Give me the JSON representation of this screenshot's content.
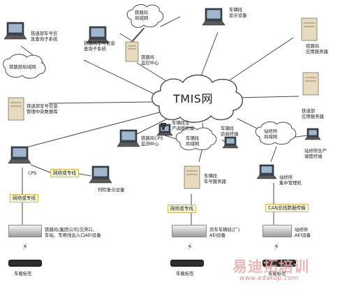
{
  "center_network": "TMIS网",
  "nodes": {
    "ministry_query": "铁道部车号信\n息查询子系统",
    "bureau_query": "铁路局车号信息\n查询子系统",
    "bureau_lan_top": "铁路局\n局域网",
    "depot_display": "车辆段\n显示设备",
    "bureau_app_server": "铁路局\n应用服务器",
    "ministry_lan": "铁路部局域网",
    "bureau_monitor": "铁路局\n监控中心",
    "ministry_db": "铁道部车号信息\n管理中央数据库",
    "ministry_server": "铁道部\n应用服务器",
    "cps": "CPS",
    "bureau_cps": "铁路局CPS\n监测中心",
    "depot_production": "车辆段生\n产调度终端",
    "depot_lan": "车辆段\n局域网",
    "depot_acceptance": "车辆段\n验收终端",
    "station_lan": "站修所\n局域网",
    "station_production": "站修所生产\n调度终端",
    "inspection_display": "列检复示设备",
    "depot_server": "车辆段\n车号服务器",
    "station_mgr": "站修所\n集中管理机",
    "aei_left": "铁路局(集团公司)交界口、\n车站、专用线出入口AEI设备",
    "aei_mid": "货车车辆段(厂)\nAEI设备",
    "aei_right": "站修所\nAEI设备",
    "tag_left": "车载标签",
    "tag_mid": "车载标签",
    "tag_right": "车载标签"
  },
  "link_labels": {
    "net_top_left": "网络或专线",
    "net_left": "网络或专线",
    "net_mid": "网络或专线",
    "can_bus": "CAN总线数据传输"
  },
  "watermark": {
    "brand": "易迪拓培训",
    "url": "www.edatop.com"
  },
  "colors": {
    "line": "#4a4a4a",
    "tag_fill": "#fffbe0",
    "tag_border": "#d9b24a",
    "server_beige": "#e6dbbf",
    "monitor_dark": "#3a3a3a"
  }
}
